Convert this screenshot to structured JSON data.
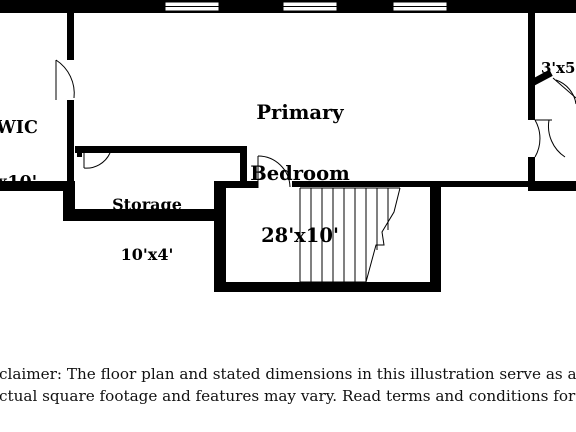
{
  "rooms": {
    "primary_bedroom": {
      "name_line1": "Primary",
      "name_line2": "Bedroom",
      "dimensions": "28'x10'"
    },
    "storage": {
      "name": "Storage",
      "dimensions": "10'x4'"
    },
    "wic": {
      "name": "WIC",
      "dimensions": "x10'"
    },
    "closet": {
      "dimensions": "3'x5"
    }
  },
  "disclaimer": {
    "line1": "claimer: The floor plan and stated dimensions in this illustration serve as approxim",
    "line2": "ctual square footage and features may vary. Read terms and conditions for more de"
  },
  "colors": {
    "wall": "#000000",
    "background": "#ffffff",
    "window": "#ffffff"
  }
}
